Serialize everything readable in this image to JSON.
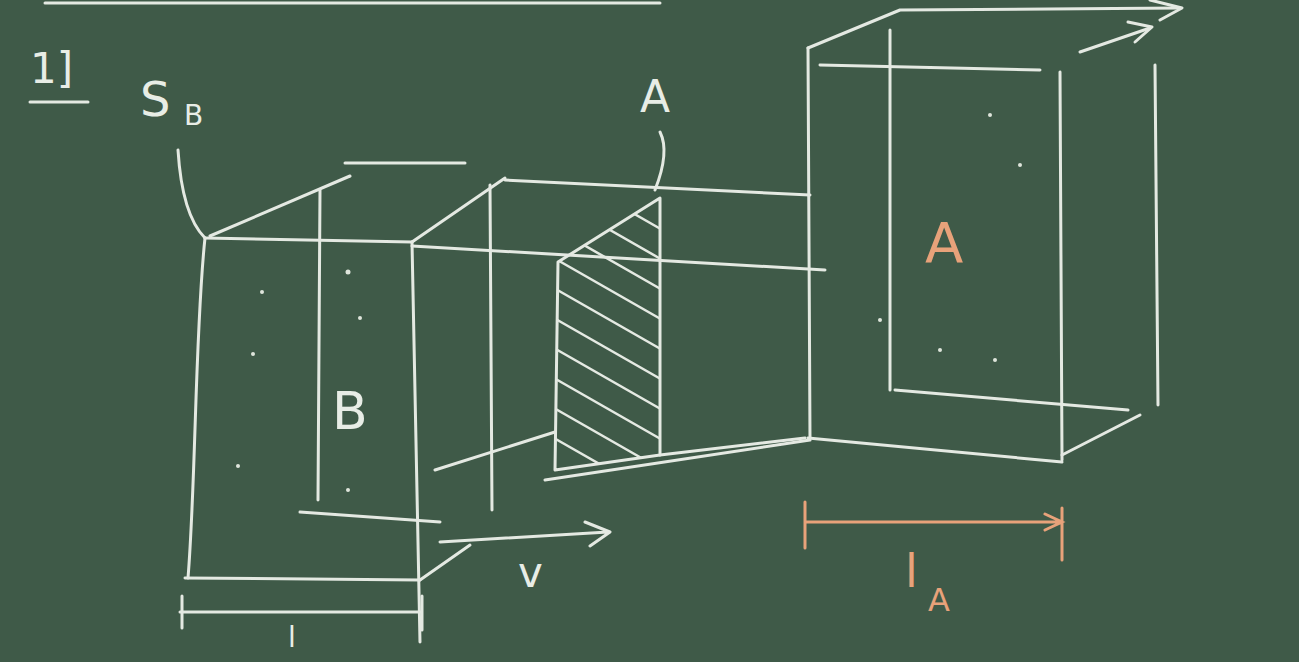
{
  "diagram": {
    "nodes": [
      {
        "text": [
          "B"
        ]
      },
      {
        "text": [
          "A"
        ]
      }
    ],
    "labels": [
      "1]",
      "S",
      "B",
      "A",
      "v",
      "l",
      "A",
      "l"
    ]
  }
}
